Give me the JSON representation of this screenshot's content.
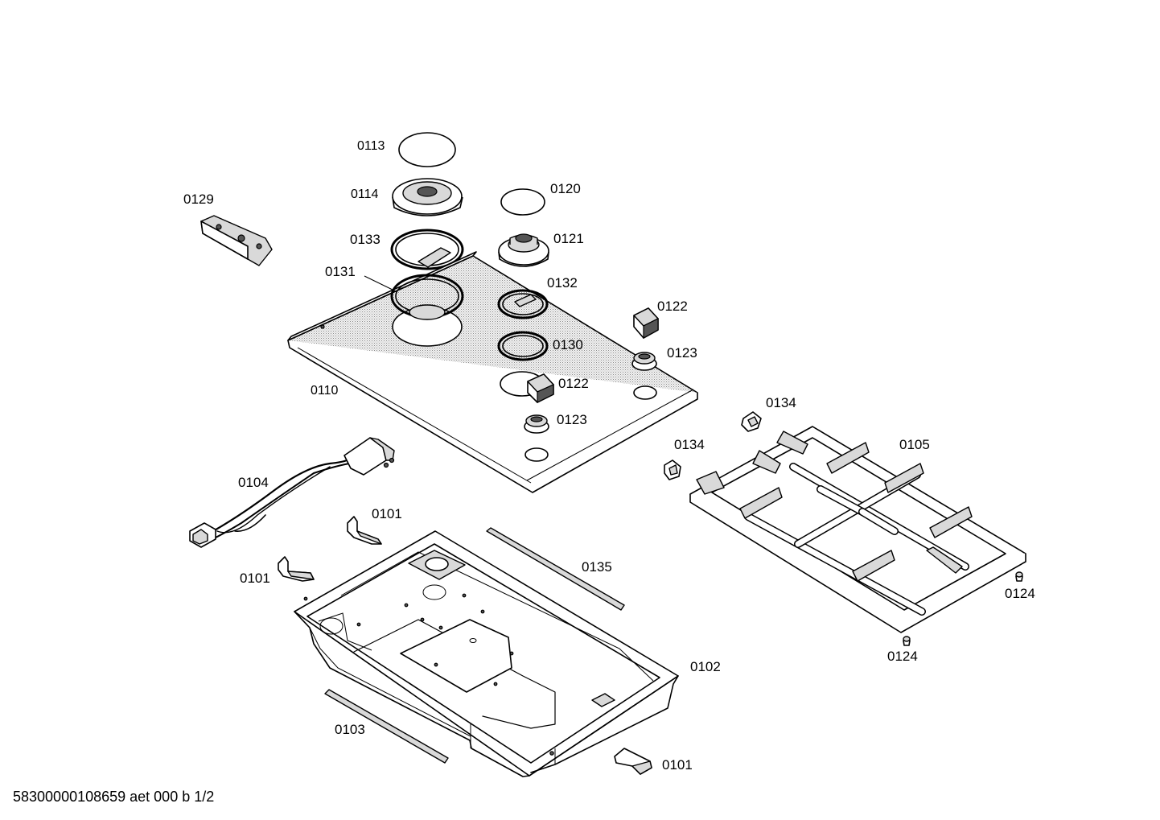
{
  "labels": {
    "p0113": "0113",
    "p0114": "0114",
    "p0120": "0120",
    "p0129": "0129",
    "p0133": "0133",
    "p0121": "0121",
    "p0131": "0131",
    "p0132": "0132",
    "p0122a": "0122",
    "p0130": "0130",
    "p0123a": "0123",
    "p0110": "0110",
    "p0122b": "0122",
    "p0134a": "0134",
    "p0123b": "0123",
    "p0134b": "0134",
    "p0105": "0105",
    "p0104": "0104",
    "p0101a": "0101",
    "p0101b": "0101",
    "p0135": "0135",
    "p0124a": "0124",
    "p0102": "0102",
    "p0124b": "0124",
    "p0103": "0103",
    "p0101c": "0101"
  },
  "footer": {
    "code": "58300000108659 aet 000 b 1/2"
  }
}
